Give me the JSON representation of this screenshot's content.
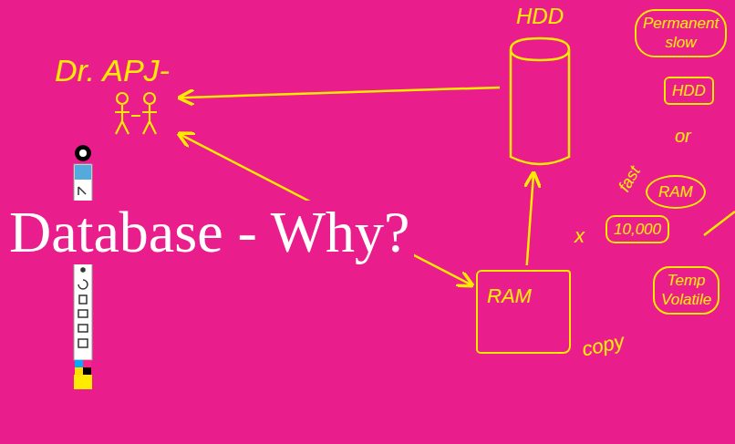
{
  "diagram": {
    "title": "Database - Why?",
    "nodes": [
      {
        "text": [
          "Dr. APJ-"
        ]
      },
      {
        "text": [
          "HDD"
        ]
      },
      {
        "text": [
          "RAM"
        ]
      },
      {
        "text": [
          "Permanent",
          "slow"
        ]
      },
      {
        "text": [
          "HDD"
        ]
      },
      {
        "text": [
          "RAM"
        ]
      },
      {
        "text": [
          "10,000"
        ]
      },
      {
        "text": [
          "Temp",
          "Volatile"
        ]
      }
    ],
    "edges": [
      {
        "from": 1,
        "to": 0,
        "arrow": "to"
      },
      {
        "from": 0,
        "to": 2,
        "arrow": "both"
      },
      {
        "from": 2,
        "to": 1,
        "arrow": "to"
      }
    ],
    "labels": [
      "x",
      "copy",
      "or",
      "fast"
    ]
  }
}
